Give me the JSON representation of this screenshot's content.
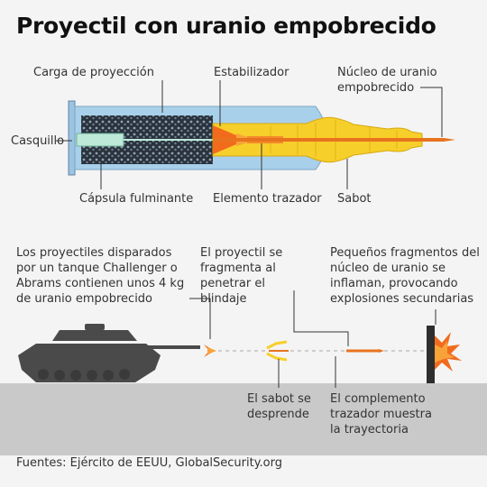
{
  "title": "Proyectil con uranio empobrecido",
  "parts": {
    "carga": "Carga de proyección",
    "estabilizador": "Estabilizador",
    "nucleo": "Núcleo de uranio empobrecido",
    "casquillo": "Casquillo",
    "capsula": "Cápsula fulminante",
    "trazador": "Elemento trazador",
    "sabot": "Sabot"
  },
  "sequence": {
    "intro": "Los proyectiles disparados por un tanque Challenger o Abrams contienen unos 4 kg de uranio empobrecido",
    "fragmenta": "El proyectil se fragmenta al penetrar el blindaje",
    "fragmentos": "Pequeños fragmentos del núcleo de uranio se inflaman, provocando explosiones secundarias",
    "sabot_desprende": "El sabot se desprende",
    "complemento": "El complemento trazador muestra la trayectoria"
  },
  "source": "Fuentes: Ejército de EEUU, GlobalSecurity.org",
  "colors": {
    "casing": "#a9d0ea",
    "propellant": "#27303a",
    "sabot": "#f7cf2a",
    "stabilizer": "#f26b1d",
    "core": "#e8731e",
    "tank": "#4a4a4a",
    "ground": "#c9c9c9"
  }
}
